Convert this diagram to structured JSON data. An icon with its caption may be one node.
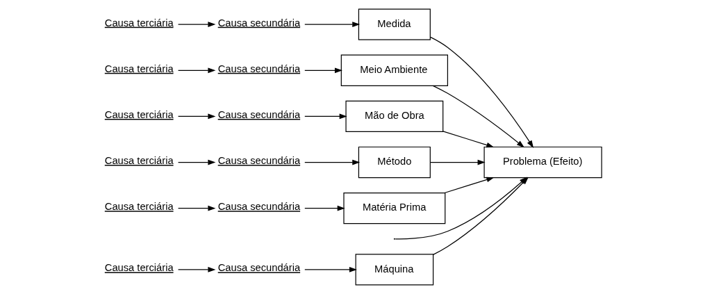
{
  "diagram": {
    "nodes": [
      {
        "text": [
          "Máquina"
        ]
      },
      {
        "text": [
          "Medida"
        ]
      },
      {
        "text": [
          "Meio Ambiente"
        ]
      },
      {
        "text": [
          "Causa secundária"
        ]
      },
      {
        "text": [
          "Causa terciária"
        ]
      },
      {
        "text": [
          "Causa secundária"
        ]
      },
      {
        "text": [
          "Causa terciária"
        ]
      },
      {
        "text": [
          "Causa secundária"
        ]
      },
      {
        "text": [
          "Causa terciária"
        ]
      },
      {
        "text": [
          "Problema (Efeito)"
        ]
      },
      {
        "text": [
          "Causa secundária"
        ]
      },
      {
        "text": [
          "Causa terciária"
        ]
      },
      {
        "text": [
          "Causa secundária"
        ]
      },
      {
        "text": [
          "Causa terciária"
        ]
      },
      {
        "text": [
          "Causa secundária"
        ]
      },
      {
        "text": [
          "Causa terciária"
        ]
      },
      {
        "text": [
          "Mão de Obra"
        ]
      },
      {
        "text": [
          "Método"
        ]
      },
      {
        "text": [
          "Matéria Prima"
        ]
      }
    ],
    "edges": [
      {
        "from": null,
        "to": 9,
        "arrow": "to"
      },
      {
        "from": 0,
        "to": 9,
        "arrow": "to"
      },
      {
        "from": 1,
        "to": 9,
        "arrow": "to"
      },
      {
        "from": 2,
        "to": 9,
        "arrow": "to"
      },
      {
        "from": 16,
        "to": 9,
        "arrow": "to"
      },
      {
        "from": 17,
        "to": 9,
        "arrow": "to"
      },
      {
        "from": 18,
        "to": 9,
        "arrow": "to"
      },
      {
        "from": 3,
        "to": 0,
        "arrow": "to"
      },
      {
        "from": 4,
        "to": 3,
        "arrow": "to"
      },
      {
        "from": 5,
        "to": 1,
        "arrow": "to"
      },
      {
        "from": 6,
        "to": 5,
        "arrow": "to"
      },
      {
        "from": 7,
        "to": 2,
        "arrow": "to"
      },
      {
        "from": 8,
        "to": 7,
        "arrow": "to"
      },
      {
        "from": 10,
        "to": 16,
        "arrow": "to"
      },
      {
        "from": 11,
        "to": 10,
        "arrow": "to"
      },
      {
        "from": 12,
        "to": 17,
        "arrow": "to"
      },
      {
        "from": 13,
        "to": 12,
        "arrow": "to"
      },
      {
        "from": 14,
        "to": 18,
        "arrow": "to"
      },
      {
        "from": 15,
        "to": 14,
        "arrow": "to"
      }
    ]
  }
}
